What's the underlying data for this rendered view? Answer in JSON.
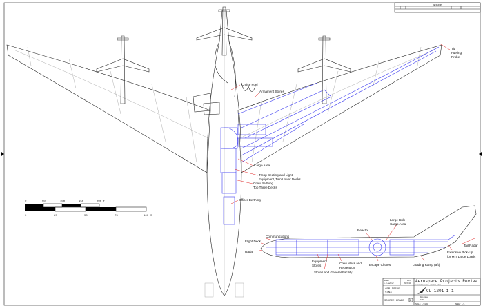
{
  "revisions": {
    "title": "REVISIONS",
    "columns": [
      "ZONE",
      "REV",
      "DESCRIPTION",
      "DATE",
      "APPROVED"
    ]
  },
  "scale_bar": {
    "feet_ticks": [
      "0",
      "50",
      "100",
      "150",
      "200 FT"
    ],
    "meter_ticks": [
      "0",
      "25",
      "50",
      "75",
      "100 M"
    ]
  },
  "plan_labels": {
    "tip_fueling_probe": [
      "Tip",
      "Fueling",
      "Probe"
    ],
    "cruise_fuel": "Cruise Fuel",
    "armament_stores": "Armament Stores",
    "cargo_area": "Cargo Area",
    "troop_seating": [
      "Troop Seating and Light",
      "Equipment, Two Lower Decks"
    ],
    "crew_berthing": [
      "Crew Berthing",
      "Top Three Decks"
    ],
    "officer_berthing": "Officer Berthing"
  },
  "side_labels": {
    "large_bulk_cargo": [
      "Large Bulk",
      "Cargo Area"
    ],
    "reactor": "Reactor",
    "communications": "Communications",
    "flight_deck": "Flight Deck",
    "radar": "Radar",
    "tail_radar": "Tail Radar",
    "pickup": [
      "Extensive Pick-Up",
      "for MIT Large Loads"
    ],
    "loading_ramp": "Loading Ramp (aft)",
    "equipment_stores": [
      "Equipment",
      "Stores"
    ],
    "crew_mess": [
      "Crew Mess and",
      "Recreation"
    ],
    "escape_chutes": "Escape Chutes",
    "stores_general": "Stores and General Facility"
  },
  "title_block": {
    "drawn_label": "DRAWN",
    "drawn_by": "S. Lowther",
    "date_label": "DATE",
    "date": "2015-09",
    "publication": "Aerospace Projects Review",
    "copyright": "Copyright Scott Lowther 2017",
    "issue": "APR ISSUE",
    "volume": "V3N3",
    "drawing_number": "CL-1201-1-1",
    "source_grade_label": "SOURCE GRADE",
    "source_grade": "D",
    "designed_label": "Designed",
    "designed": "1968",
    "scale_label": "SCALE 1/1900",
    "sheet_label": "SHEET 1/1"
  },
  "colors": {
    "line": "#222222",
    "blue": "#3a3af0",
    "leader": "#e02020"
  }
}
